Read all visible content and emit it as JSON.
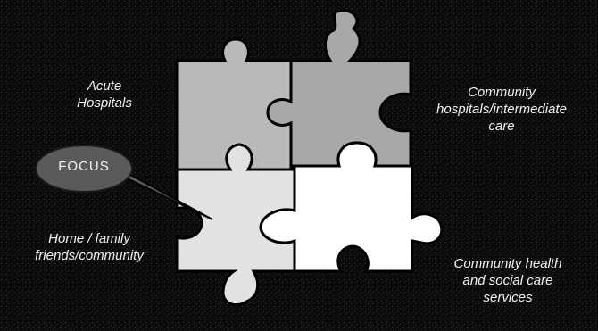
{
  "labels": {
    "acute": [
      "Acute",
      "Hospitals"
    ],
    "community_hospitals": [
      "Community",
      "hospitals/intermediate",
      "care"
    ],
    "home": [
      "Home / family",
      "friends/community"
    ],
    "community_health": [
      "Community health",
      "and social care",
      "services"
    ]
  },
  "focus_label": "FOCUS",
  "colors": {
    "background": "#0b0b0b",
    "piece_acute": "#b9b9b9",
    "piece_community_hospitals": "#a8a8a8",
    "piece_home": "#e2e2e2",
    "piece_community_health": "#ffffff",
    "focus_bubble": "#5a5a5a",
    "text": "#f2f2f2"
  }
}
